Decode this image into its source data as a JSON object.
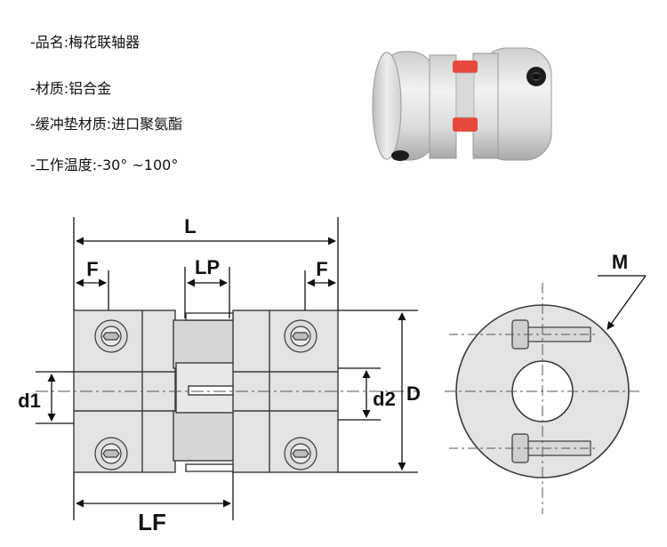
{
  "specs": [
    {
      "label": "-品名:",
      "value": "梅花联轴器"
    },
    {
      "label": "-材质:",
      "value": "铝合金"
    },
    {
      "label": "-缓冲垫材质:",
      "value": "进口聚氨酯"
    },
    {
      "label": "-工作温度:",
      "value": "-30° ~100°"
    }
  ],
  "dimensions": {
    "L": "L",
    "F_left": "F",
    "LP": "LP",
    "F_right": "F",
    "d1": "d1",
    "d2": "d2",
    "D": "D",
    "LF": "LF",
    "M": "M"
  },
  "colors": {
    "metal": "#e3e3e3",
    "metal_dark": "#c8c8c8",
    "spider_red": "#e8483c",
    "outline": "#3a3a3a",
    "dim_line": "#111111"
  }
}
